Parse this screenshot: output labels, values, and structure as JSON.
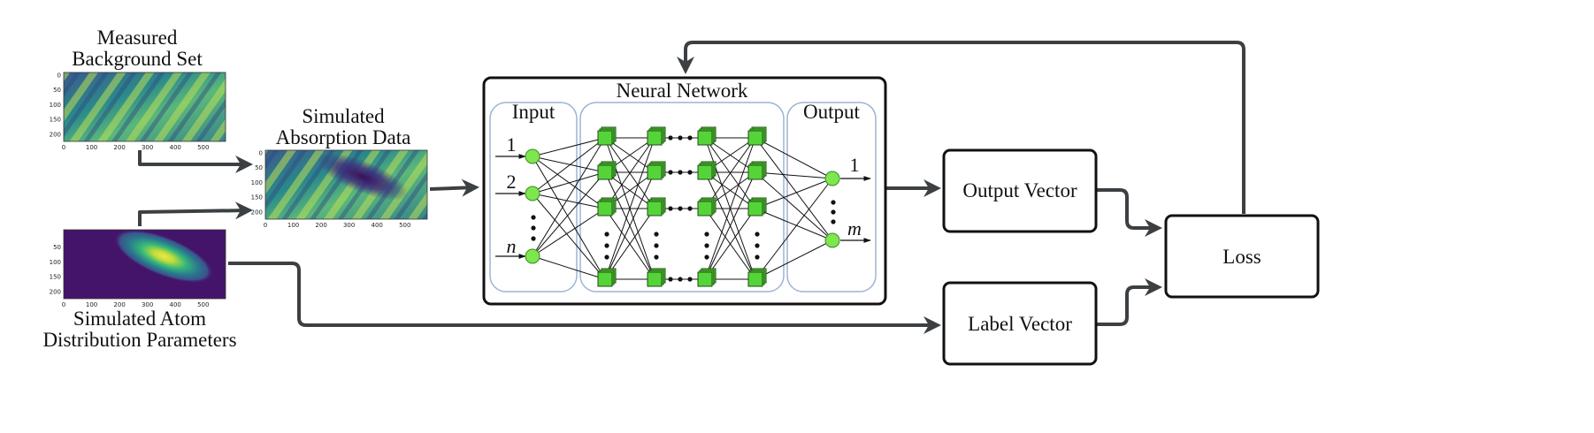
{
  "images": {
    "background": {
      "title_line1": "Measured",
      "title_line2": "Background Set",
      "yticks": [
        "0",
        "50",
        "100",
        "150",
        "200"
      ],
      "xticks": [
        "0",
        "100",
        "200",
        "300",
        "400",
        "500"
      ]
    },
    "absorption": {
      "title_line1": "Simulated",
      "title_line2": "Absorption Data",
      "yticks": [
        "0",
        "50",
        "100",
        "150",
        "200"
      ],
      "xticks": [
        "0",
        "100",
        "200",
        "300",
        "400",
        "500"
      ]
    },
    "atom": {
      "title_line1": "Simulated Atom",
      "title_line2": "Distribution Parameters",
      "yticks": [
        "50",
        "100",
        "150",
        "200"
      ],
      "xticks": [
        "0",
        "100",
        "200",
        "300",
        "400",
        "500"
      ]
    }
  },
  "network": {
    "title": "Neural Network",
    "input_label": "Input",
    "output_label": "Output",
    "input_nodes": [
      "1",
      "2",
      "n"
    ],
    "output_nodes": [
      "1",
      "m"
    ]
  },
  "boxes": {
    "output_vector": "Output Vector",
    "label_vector": "Label Vector",
    "loss": "Loss"
  },
  "colors": {
    "node_green": "#7ee64f",
    "cube_green": "#55d43a",
    "layer_outline": "#9db4d4",
    "arrow": "#3c4043",
    "viridis_dark": "#3b1d5c",
    "viridis_yellow": "#f2e34c"
  }
}
